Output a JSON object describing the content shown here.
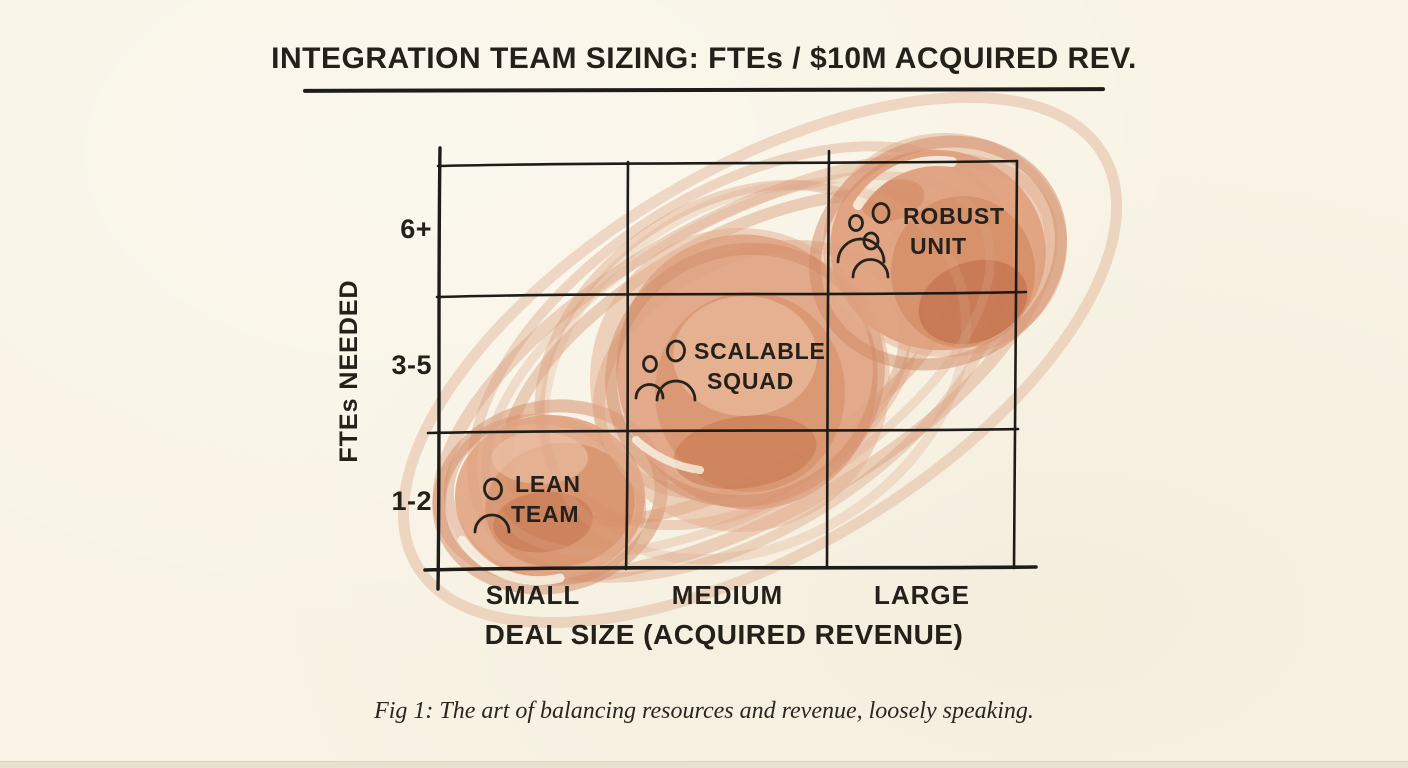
{
  "title": "INTEGRATION TEAM SIZING: FTEs / $10M ACQUIRED REV.",
  "caption": "Fig 1: The art of balancing resources and revenue, loosely speaking.",
  "axes": {
    "x_label": "DEAL SIZE (ACQUIRED REVENUE)",
    "y_label": "FTEs NEEDED",
    "x_ticks": [
      "SMALL",
      "MEDIUM",
      "LARGE"
    ],
    "y_ticks_top_to_bottom": [
      "6+",
      "3-5",
      "1-2"
    ]
  },
  "chart_data": {
    "type": "scatter",
    "title": "INTEGRATION TEAM SIZING: FTEs / $10M ACQUIRED REV.",
    "xlabel": "DEAL SIZE (ACQUIRED REVENUE)",
    "ylabel": "FTEs NEEDED",
    "x_categories": [
      "SMALL",
      "MEDIUM",
      "LARGE"
    ],
    "y_categories": [
      "1-2",
      "3-5",
      "6+"
    ],
    "grid": "3x3 hand-drawn, on",
    "legend": "none",
    "points": [
      {
        "label": "LEAN TEAM",
        "line1": "LEAN",
        "line2": "TEAM",
        "x": "SMALL",
        "y": "1-2",
        "icon": "single-person-icon"
      },
      {
        "label": "SCALABLE SQUAD",
        "line1": "SCALABLE",
        "line2": "SQUAD",
        "x": "MEDIUM",
        "y": "3-5",
        "icon": "two-person-icon"
      },
      {
        "label": "ROBUST UNIT",
        "line1": "ROBUST",
        "line2": "UNIT",
        "x": "LARGE",
        "y": "6+",
        "icon": "three-person-icon"
      }
    ],
    "annotation_style": "watercolor blobs with connecting loop scribbles from bottom-left to top-right"
  },
  "colors": {
    "paper": "#f8f3e4",
    "ink": "#1e1c18",
    "watercolor_main": "#dc9c7a",
    "watercolor_mid": "#cf8358",
    "watercolor_dark": "#bc6a42",
    "watercolor_light": "#ecc3a8"
  }
}
